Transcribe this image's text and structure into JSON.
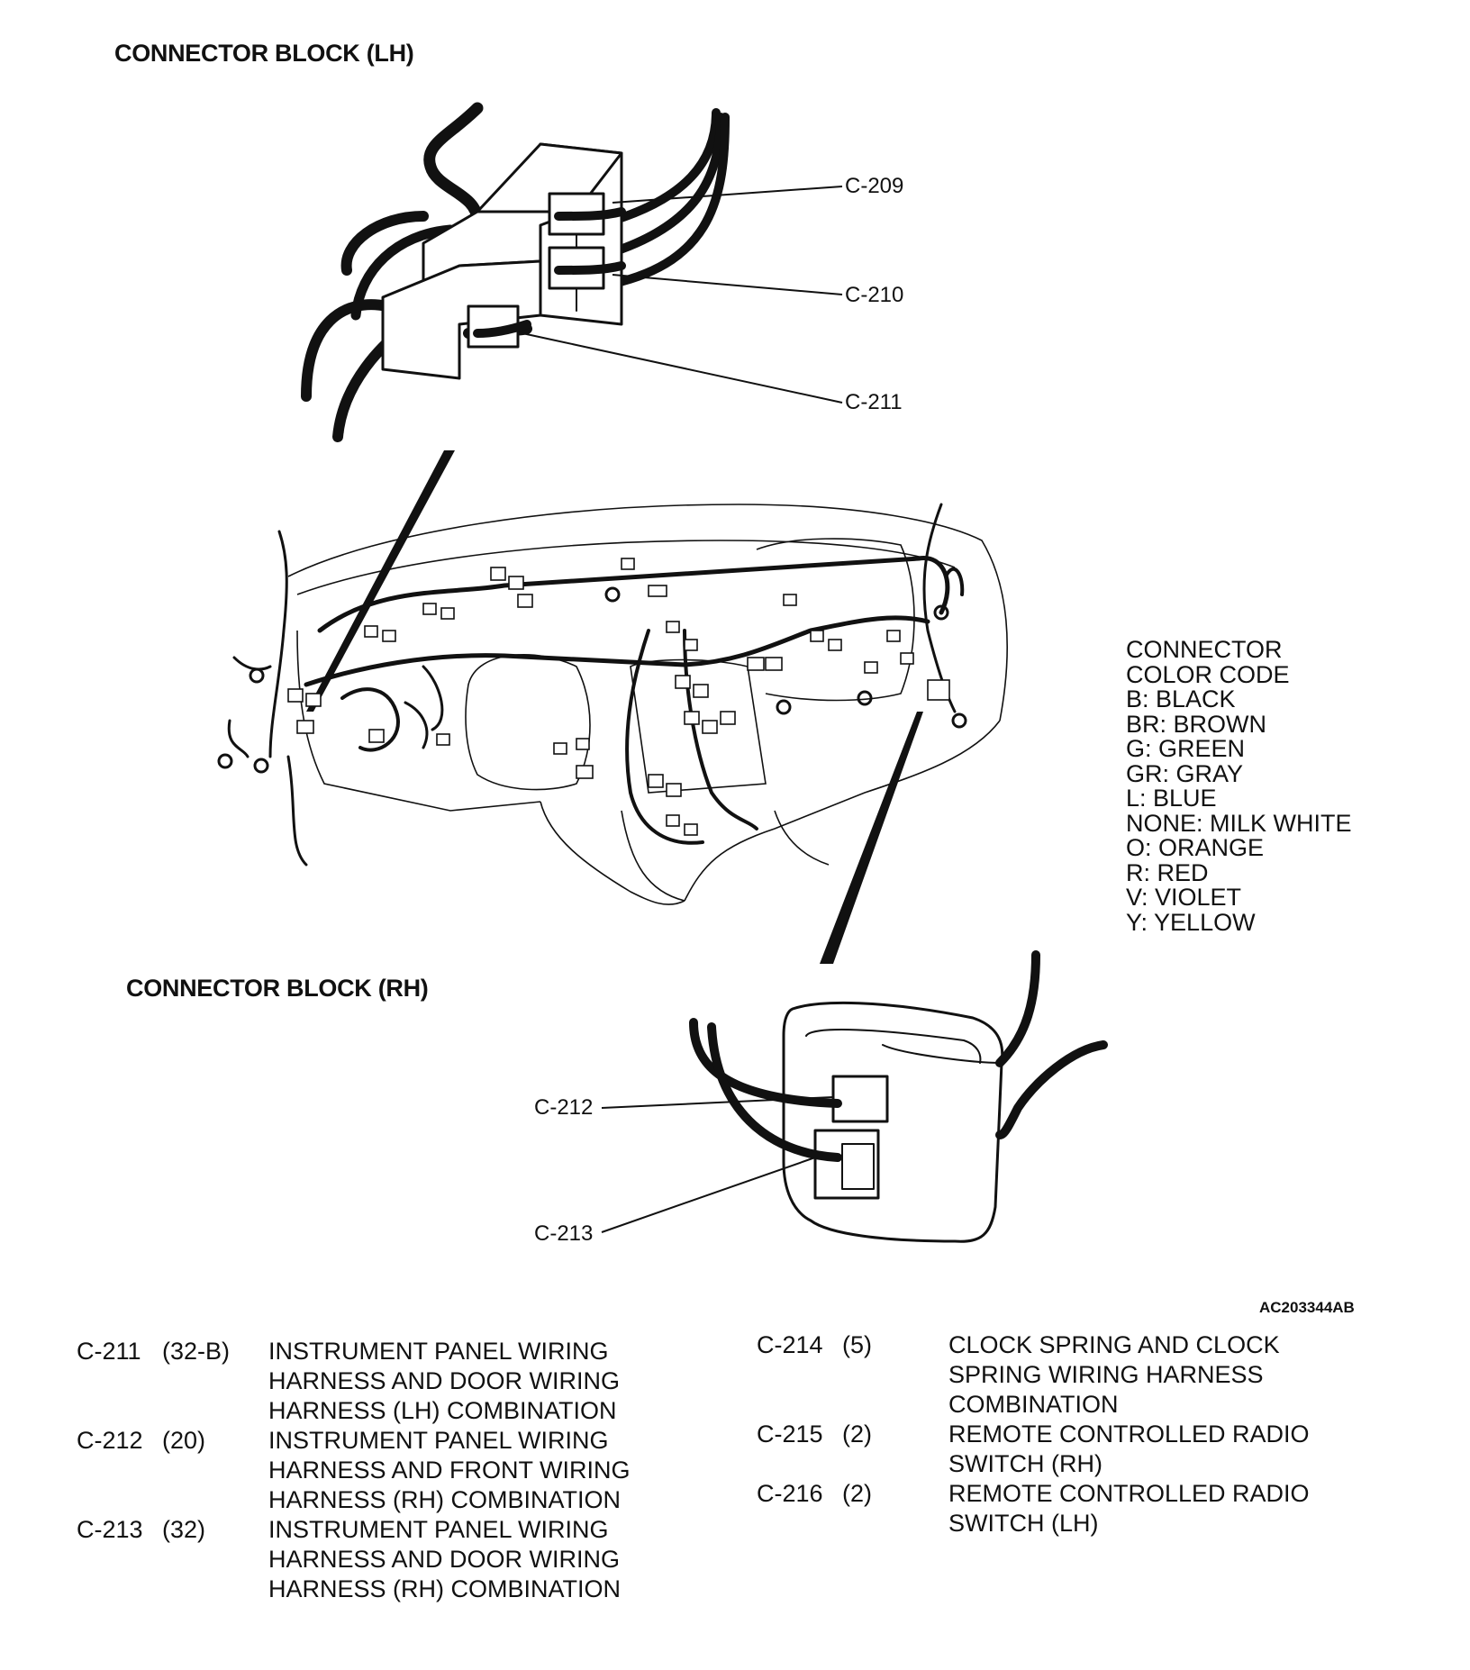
{
  "headings": {
    "lh": "CONNECTOR BLOCK (LH)",
    "rh": "CONNECTOR BLOCK (RH)"
  },
  "callouts": {
    "c209": "C-209",
    "c210": "C-210",
    "c211": "C-211",
    "c212": "C-212",
    "c213": "C-213"
  },
  "legend": {
    "title_line1": "CONNECTOR",
    "title_line2": "COLOR CODE",
    "items": [
      "B: BLACK",
      "BR: BROWN",
      "G: GREEN",
      "GR: GRAY",
      "L: BLUE",
      "NONE: MILK WHITE",
      "O: ORANGE",
      "R: RED",
      "V: VIOLET",
      "Y: YELLOW"
    ]
  },
  "figure_id": "AC203344AB",
  "connectors_left": [
    {
      "code": "C-211",
      "pins": "(32-B)",
      "lines": [
        "INSTRUMENT PANEL WIRING",
        "HARNESS AND DOOR WIRING",
        "HARNESS (LH) COMBINATION"
      ]
    },
    {
      "code": "C-212",
      "pins": "(20)",
      "lines": [
        "INSTRUMENT PANEL WIRING",
        "HARNESS AND FRONT WIRING",
        "HARNESS (RH) COMBINATION"
      ]
    },
    {
      "code": "C-213",
      "pins": "(32)",
      "lines": [
        "INSTRUMENT PANEL WIRING",
        "HARNESS AND DOOR WIRING",
        "HARNESS (RH) COMBINATION"
      ]
    }
  ],
  "connectors_right": [
    {
      "code": "C-214",
      "pins": "(5)",
      "lines": [
        "CLOCK SPRING AND CLOCK",
        "SPRING WIRING HARNESS",
        "COMBINATION"
      ]
    },
    {
      "code": "C-215",
      "pins": "(2)",
      "lines": [
        "REMOTE CONTROLLED RADIO",
        "SWITCH (RH)"
      ]
    },
    {
      "code": "C-216",
      "pins": "(2)",
      "lines": [
        "REMOTE CONTROLLED RADIO",
        "SWITCH (LH)"
      ]
    }
  ]
}
